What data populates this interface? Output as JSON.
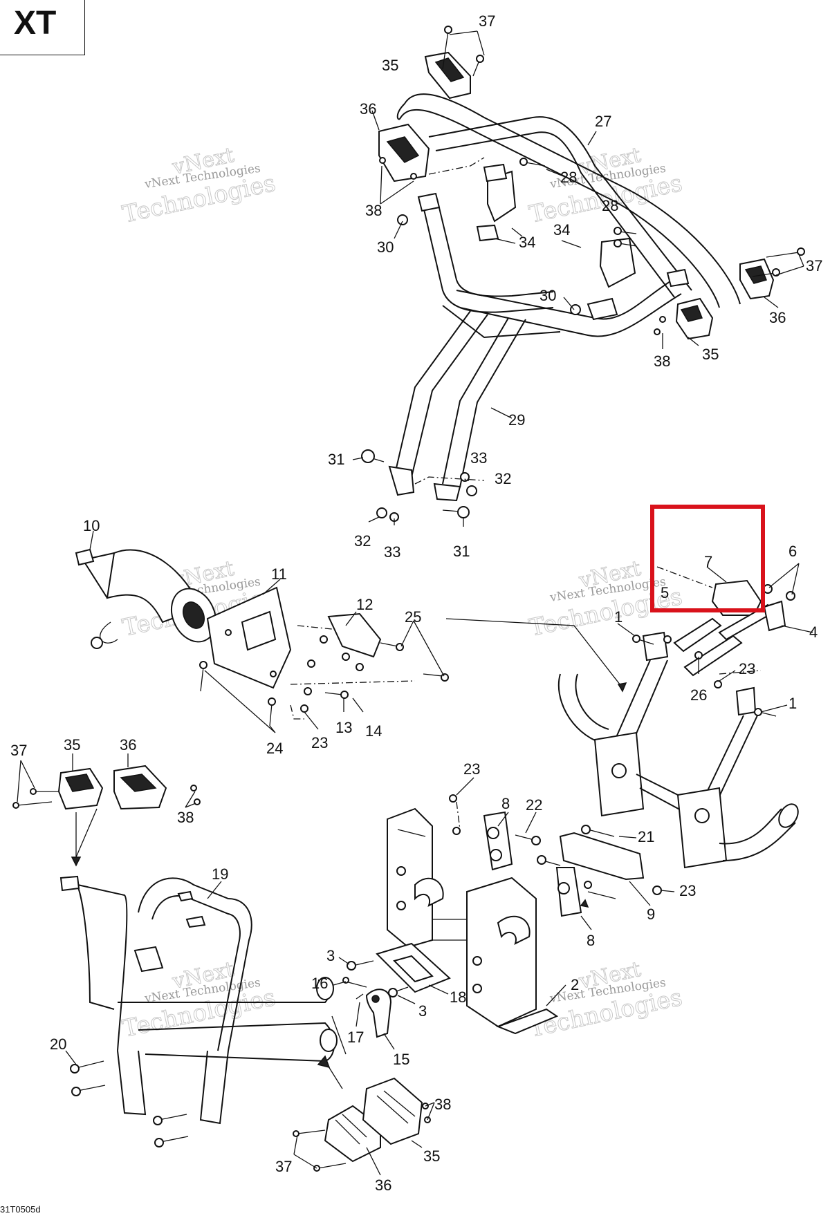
{
  "model_badge": "XT",
  "drawing_ref": "31T0505d",
  "watermark": {
    "line1": "vNext Technologies",
    "line2": "vNext",
    "line3": "Technologies"
  },
  "highlight_color": "#d9121b",
  "callouts": [
    {
      "id": "c37a",
      "text": "37"
    },
    {
      "id": "c35a",
      "text": "35"
    },
    {
      "id": "c36a",
      "text": "36"
    },
    {
      "id": "c27",
      "text": "27"
    },
    {
      "id": "c28a",
      "text": "28"
    },
    {
      "id": "c28b",
      "text": "28"
    },
    {
      "id": "c38a",
      "text": "38"
    },
    {
      "id": "c30a",
      "text": "30"
    },
    {
      "id": "c34a",
      "text": "34"
    },
    {
      "id": "c34b",
      "text": "34"
    },
    {
      "id": "c37b",
      "text": "37"
    },
    {
      "id": "c30b",
      "text": "30"
    },
    {
      "id": "c36b",
      "text": "36"
    },
    {
      "id": "c38b",
      "text": "38"
    },
    {
      "id": "c35b",
      "text": "35"
    },
    {
      "id": "c29",
      "text": "29"
    },
    {
      "id": "c31a",
      "text": "31"
    },
    {
      "id": "c33a",
      "text": "33"
    },
    {
      "id": "c32a",
      "text": "32"
    },
    {
      "id": "c32b",
      "text": "32"
    },
    {
      "id": "c33b",
      "text": "33"
    },
    {
      "id": "c31b",
      "text": "31"
    },
    {
      "id": "c10",
      "text": "10"
    },
    {
      "id": "c11",
      "text": "11"
    },
    {
      "id": "c12",
      "text": "12"
    },
    {
      "id": "c25",
      "text": "25"
    },
    {
      "id": "c13",
      "text": "13"
    },
    {
      "id": "c14",
      "text": "14"
    },
    {
      "id": "c23a",
      "text": "23"
    },
    {
      "id": "c24",
      "text": "24"
    },
    {
      "id": "c7",
      "text": "7"
    },
    {
      "id": "c6",
      "text": "6"
    },
    {
      "id": "c5",
      "text": "5"
    },
    {
      "id": "c1a",
      "text": "1"
    },
    {
      "id": "c4",
      "text": "4"
    },
    {
      "id": "c23b",
      "text": "23"
    },
    {
      "id": "c26",
      "text": "26"
    },
    {
      "id": "c1b",
      "text": "1"
    },
    {
      "id": "c37c",
      "text": "37"
    },
    {
      "id": "c35c",
      "text": "35"
    },
    {
      "id": "c36c",
      "text": "36"
    },
    {
      "id": "c38c",
      "text": "38"
    },
    {
      "id": "c23c",
      "text": "23"
    },
    {
      "id": "c8a",
      "text": "8"
    },
    {
      "id": "c22",
      "text": "22"
    },
    {
      "id": "c21",
      "text": "21"
    },
    {
      "id": "c23d",
      "text": "23"
    },
    {
      "id": "c9",
      "text": "9"
    },
    {
      "id": "c8b",
      "text": "8"
    },
    {
      "id": "c19",
      "text": "19"
    },
    {
      "id": "c3a",
      "text": "3"
    },
    {
      "id": "c16",
      "text": "16"
    },
    {
      "id": "c18",
      "text": "18"
    },
    {
      "id": "c3b",
      "text": "3"
    },
    {
      "id": "c2",
      "text": "2"
    },
    {
      "id": "c17",
      "text": "17"
    },
    {
      "id": "c15",
      "text": "15"
    },
    {
      "id": "c20",
      "text": "20"
    },
    {
      "id": "c38d",
      "text": "38"
    },
    {
      "id": "c35d",
      "text": "35"
    },
    {
      "id": "c37d",
      "text": "37"
    },
    {
      "id": "c36d",
      "text": "36"
    }
  ]
}
